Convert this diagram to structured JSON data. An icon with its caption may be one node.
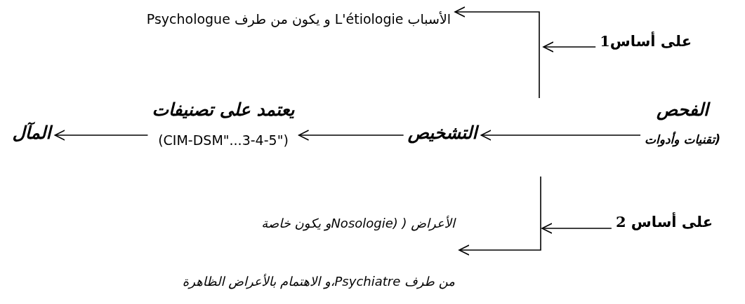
{
  "diagram": {
    "nodes": [
      {
        "text": [
          "الفحص",
          "(تقنيات وأدوات"
        ]
      },
      {
        "text": [
          "التشخيص"
        ]
      },
      {
        "text": [
          "يعتمد على تصنيفات",
          "(CIM-DSM\"...3-4-5\")"
        ]
      },
      {
        "text": [
          "المآل"
        ]
      },
      {
        "text": [
          "على أساس1"
        ]
      },
      {
        "text": [
          "الأسباب L'étiologie و يكون من طرف Psychologue"
        ]
      },
      {
        "text": [
          "على أساس 2"
        ]
      },
      {
        "text": [
          "الأعراض ( (Nosologieو يكون خاصة",
          "من طرف Psychiatre،و الاهتمام بالأعراض الظاهرة"
        ]
      }
    ],
    "edges": [
      {
        "from": 0,
        "to": 1,
        "arrow": "to"
      },
      {
        "from": 1,
        "to": 2,
        "arrow": "to"
      },
      {
        "from": 2,
        "to": 3,
        "arrow": "to"
      },
      {
        "from": null,
        "to": 5,
        "arrow": "to"
      },
      {
        "from": 4,
        "to": null,
        "arrow": "to"
      },
      {
        "from": null,
        "to": 7,
        "arrow": "to"
      },
      {
        "from": 6,
        "to": null,
        "arrow": "to"
      }
    ]
  }
}
